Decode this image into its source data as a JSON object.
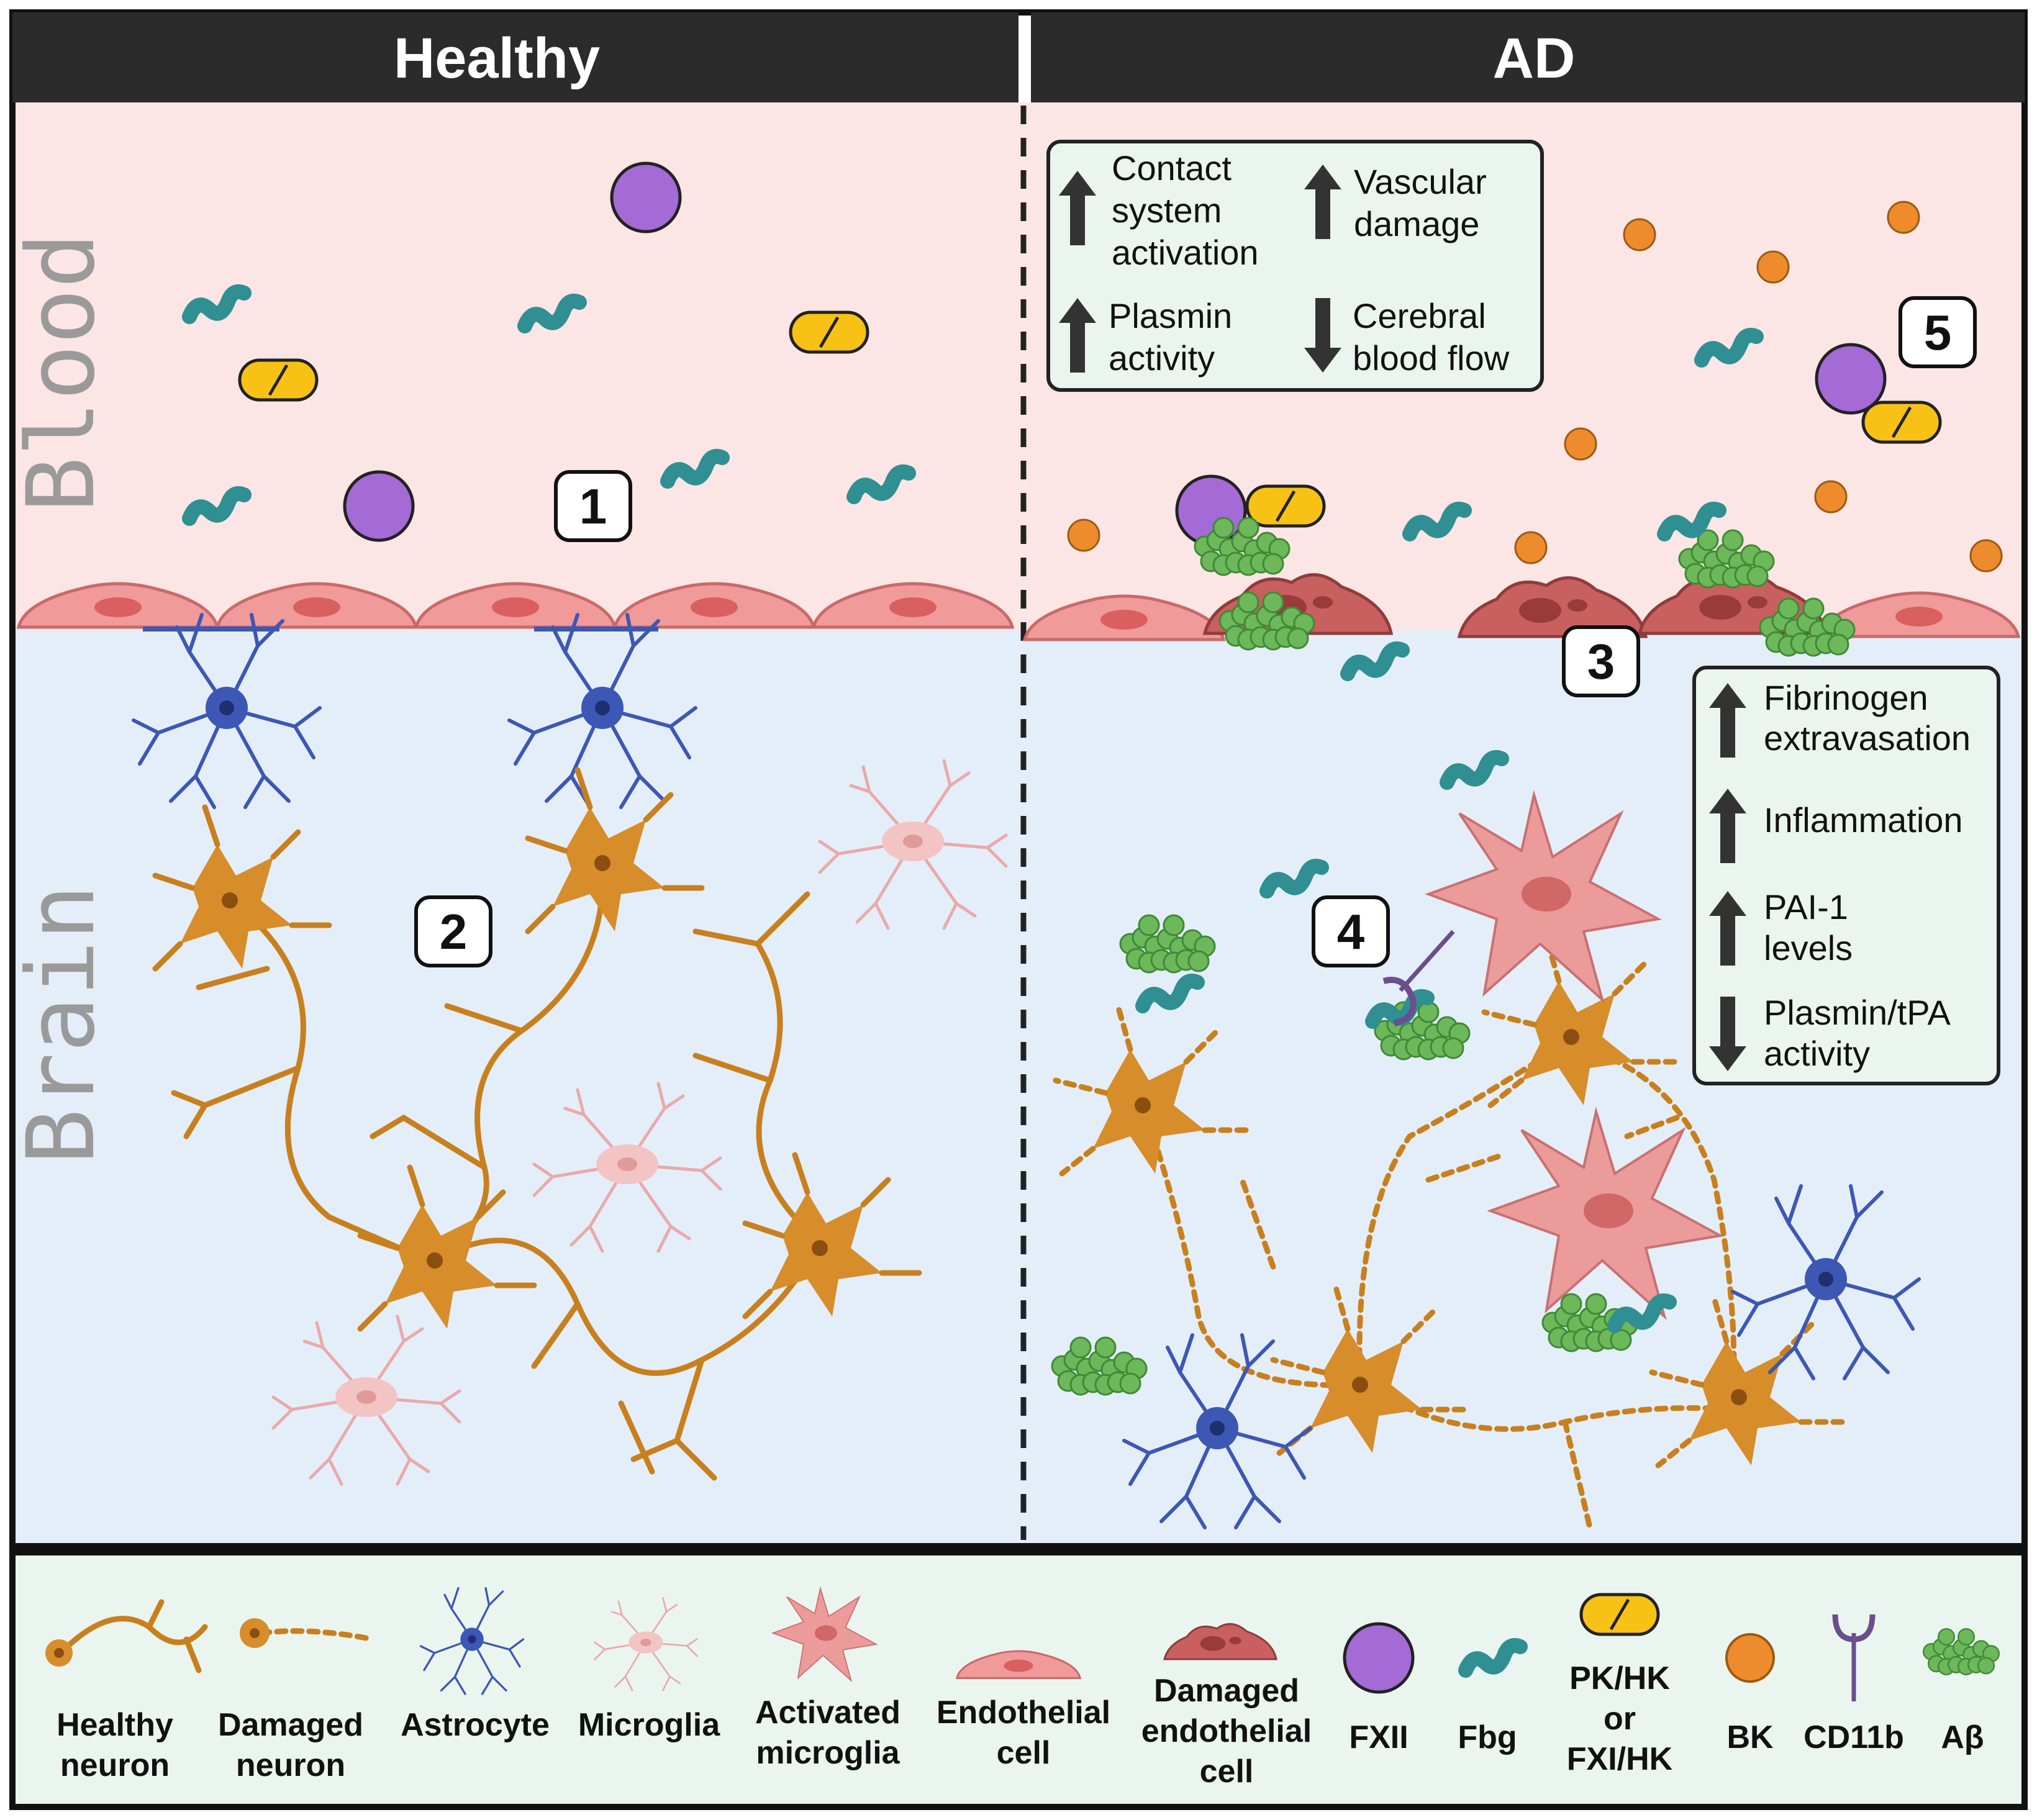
{
  "panels": {
    "healthy_title": "Healthy",
    "ad_title": "AD",
    "blood_label": "Blood",
    "brain_label": "Brain"
  },
  "markers": {
    "m1": "1",
    "m2": "2",
    "m3": "3",
    "m4": "4",
    "m5": "5"
  },
  "blood_box": {
    "contact_1": "Contact",
    "contact_2": "system",
    "contact_3": "activation",
    "vascular_1": "Vascular",
    "vascular_2": "damage",
    "plasmin_1": "Plasmin",
    "plasmin_2": "activity",
    "cbf_1": "Cerebral",
    "cbf_2": "blood flow"
  },
  "brain_box": {
    "fib_1": "Fibrinogen",
    "fib_2": "extravasation",
    "inflammation": "Inflammation",
    "pai_1": "PAI-1",
    "pai_2": "levels",
    "tpa_1": "Plasmin/tPA",
    "tpa_2": "activity"
  },
  "legend": {
    "healthy_neuron_1": "Healthy",
    "healthy_neuron_2": "neuron",
    "damaged_neuron_1": "Damaged",
    "damaged_neuron_2": "neuron",
    "astrocyte": "Astrocyte",
    "microglia": "Microglia",
    "activated_microglia_1": "Activated",
    "activated_microglia_2": "microglia",
    "endothelial_1": "Endothelial",
    "endothelial_2": "cell",
    "damaged_endo_1": "Damaged",
    "damaged_endo_2": "endothelial",
    "damaged_endo_3": "cell",
    "fxii": "FXII",
    "fbg": "Fbg",
    "pk_1": "PK/HK",
    "pk_2": "or",
    "pk_3": "FXI/HK",
    "bk": "BK",
    "cd11b": "CD11b",
    "abeta": "Aβ"
  },
  "colors": {
    "blood_bg": "#fce5e5",
    "brain_bg": "#e4eef9",
    "legend_bg": "#ebf5f0",
    "header_bg": "#2b2b2b",
    "fxii": "#a46ad6",
    "fbg": "#2f8f92",
    "pk_hk": "#f7c215",
    "bk": "#ee8b2c",
    "abeta": "#6cb85a",
    "neuron": "#c8801e",
    "astrocyte": "#3d57b5",
    "endothelial": "#f09a99",
    "damaged_endothelial": "#c8605f",
    "cd11b": "#6a4e8e"
  }
}
